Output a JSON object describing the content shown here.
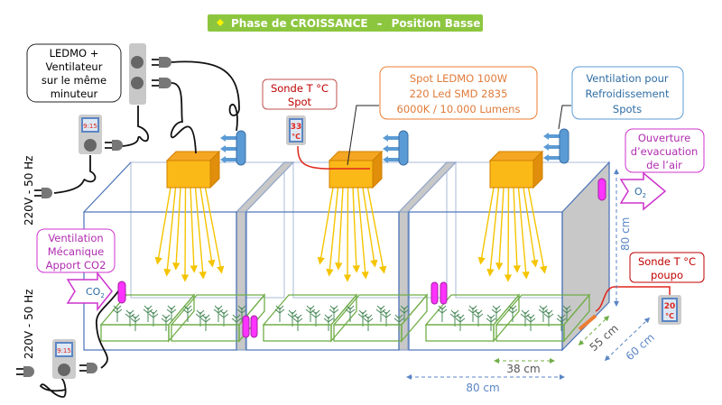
{
  "title": {
    "phase": "Phase de CROISSANCE",
    "separator": "–",
    "position": "Position Basse"
  },
  "labels": {
    "timer_note": [
      "LEDMO +",
      "Ventilateur",
      "sur le même",
      "minuteur"
    ],
    "probe_spot": [
      "Sonde T °C",
      "Spot"
    ],
    "spot_spec": [
      "Spot LEDMO 100W",
      "220 Led SMD 2835",
      "6000K / 10.000 Lumens"
    ],
    "cooling": [
      "Ventilation  pour",
      "Refroidissement",
      "Spots"
    ],
    "exhaust": [
      "Ouverture",
      "d’evacuation",
      "de l’air"
    ],
    "intake": [
      "Ventilation",
      "Mécanique",
      "Apport CO2"
    ],
    "probe_pot": [
      "Sonde T °C",
      "poupo"
    ],
    "power_top": "220V - 50 Hz",
    "power_bottom": "220V - 50 Hz",
    "co2": "CO",
    "co2_sub": "2",
    "o2": "O",
    "o2_sub": "2"
  },
  "readouts": {
    "timer_top": "9:15",
    "timer_bottom": "9:15",
    "temp_spot": [
      "33",
      "°C"
    ],
    "temp_pot": [
      "20",
      "°C"
    ]
  },
  "dimensions": {
    "height": "80 cm",
    "width_box": "80 cm",
    "tray": "38 cm",
    "depth_tray": "55 cm",
    "depth_box": "60 cm"
  },
  "colors": {
    "title_bg": "#8cc63f",
    "lamp": "#fbb917",
    "fan": "#5b9bd5",
    "plant": "#70ad47",
    "probe": "#e0251b",
    "exhaust": "#cc33cc",
    "spot_text": "#ed7d31",
    "cool_text": "#2e75b6"
  }
}
